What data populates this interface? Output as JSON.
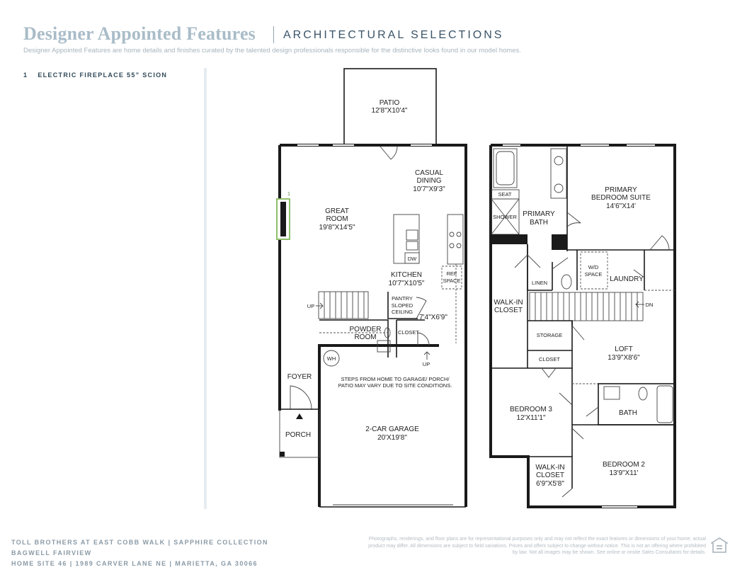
{
  "header": {
    "title": "Designer Appointed Features",
    "subtitle": "ARCHITECTURAL SELECTIONS",
    "description": "Designer Appointed Features are home details and finishes curated by the talented design professionals responsible for the distinctive looks found in our model homes."
  },
  "features": [
    {
      "number": "1",
      "label": "ELECTRIC FIREPLACE 55” SCION"
    }
  ],
  "plan": {
    "first_floor": {
      "patio": {
        "name": "PATIO",
        "dims": "12'8\"X10'4\""
      },
      "casual_dining": {
        "name1": "CASUAL",
        "name2": "DINING",
        "dims": "10'7\"X9'3\""
      },
      "great_room": {
        "name1": "GREAT",
        "name2": "ROOM",
        "dims": "19'8\"X14'5\""
      },
      "kitchen": {
        "name": "KITCHEN",
        "dims": "10'7\"X10'5\""
      },
      "dw": "DW",
      "ref_space1": "REF",
      "ref_space2": "SPACE",
      "pantry1": "PANTRY",
      "pantry2": "SLOPED",
      "pantry3": "CEILING",
      "pantry_dims": "7'4\"X6'9\"",
      "powder1": "POWDER",
      "powder2": "ROOM",
      "closet": "CLOSET",
      "stairs_up": "UP",
      "garage_up": "UP",
      "wh": "WH",
      "foyer": "FOYER",
      "porch": "PORCH",
      "garage_note1": "STEPS FROM HOME TO GARAGE/ PORCH/",
      "garage_note2": "PATIO MAY VARY DUE TO SITE CONDITIONS.",
      "garage": {
        "name": "2-CAR GARAGE",
        "dims": "20'X19'8\""
      },
      "fireplace_marker": "1"
    },
    "second_floor": {
      "seat": "SEAT",
      "shower": "SHOWER",
      "primary_bath1": "PRIMARY",
      "primary_bath2": "BATH",
      "primary_suite": {
        "name1": "PRIMARY",
        "name2": "BEDROOM SUITE",
        "dims": "14'6\"X14'"
      },
      "wd_space1": "W/D",
      "wd_space2": "SPACE",
      "laundry": "LAUNDRY",
      "linen": "LINEN",
      "walkin1": "WALK-IN",
      "walkin2": "CLOSET",
      "stairs_dn": "DN",
      "storage": "STORAGE",
      "loft": {
        "name": "LOFT",
        "dims": "13'9\"X8'6\""
      },
      "closet": "CLOSET",
      "bedroom3": {
        "name": "BEDROOM 3",
        "dims": "12'X11'1\""
      },
      "bath": "BATH",
      "bedroom2": {
        "name": "BEDROOM 2",
        "dims": "13'9\"X11'"
      },
      "walkin_closet2": {
        "name1": "WALK-IN",
        "name2": "CLOSET",
        "dims": "6'9\"X5'8\""
      }
    }
  },
  "footer": {
    "line1": "TOLL BROTHERS AT EAST COBB WALK  |  SAPPHIRE COLLECTION",
    "line2": "BAGWELL FAIRVIEW",
    "line3": "HOME SITE 46  |  1989 CARVER LANE NE  |  MARIETTA, GA 30066",
    "disclaimer": "Photographs, renderings, and floor plans are for representational purposes only and may not reflect the exact features or dimensions of your home; actual product may differ. All dimensions are subject to field variations. Prices and offers subject to change without notice. This is not an offering where prohibited by law. Not all images may be shown. See online or onsite Sales Consultants for details."
  },
  "colors": {
    "title": "#a9bcc8",
    "subtitle": "#3a5468",
    "highlight": "#8fbf6a",
    "wall": "#1a1a1a"
  },
  "icons": [
    "equal-housing-icon"
  ]
}
